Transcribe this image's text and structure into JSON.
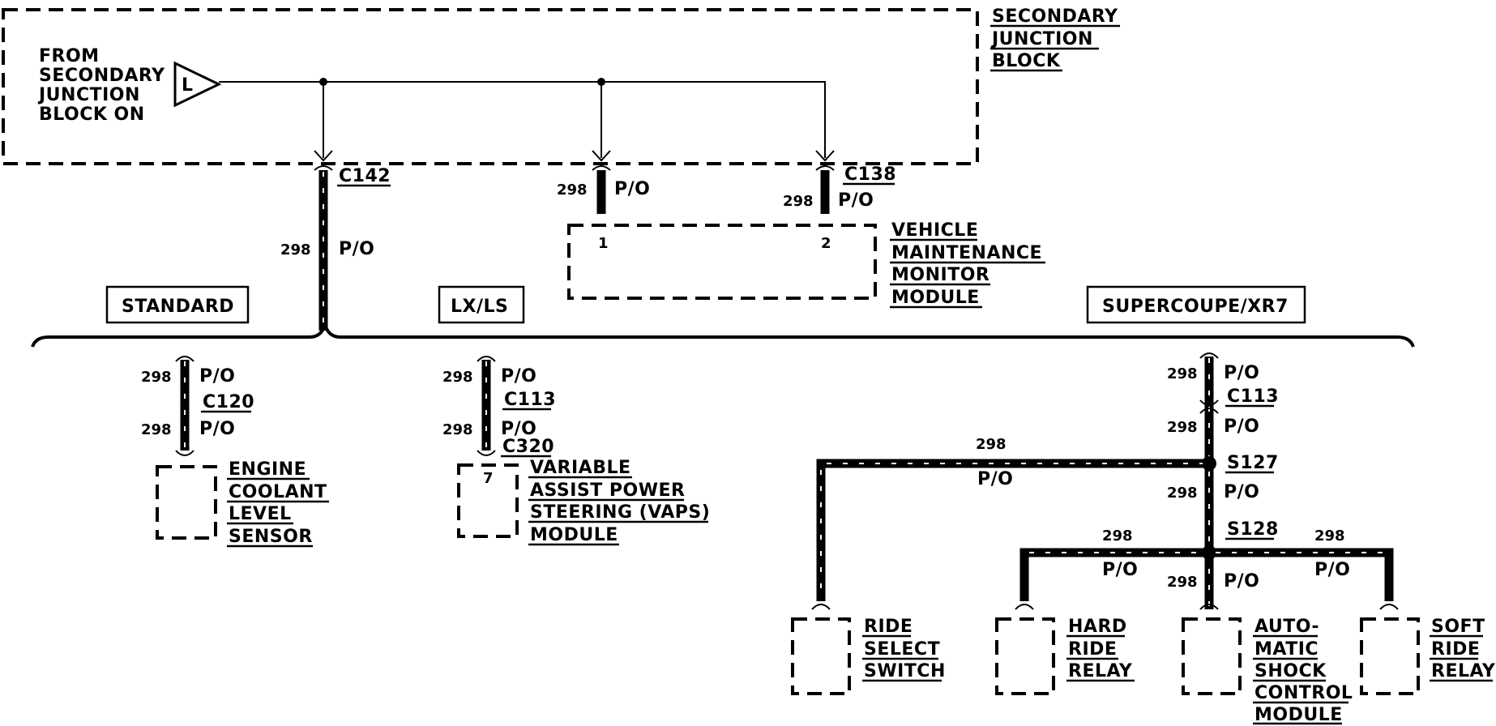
{
  "junction_block": {
    "title_lines": [
      "SECONDARY",
      "JUNCTION",
      "BLOCK"
    ],
    "source_lines": [
      "FROM",
      "SECONDARY",
      "JUNCTION",
      "BLOCK ON"
    ],
    "source_marker": "L"
  },
  "connectors": {
    "c142": "C142",
    "c138": "C138",
    "c120": "C120",
    "c113_lx": "C113",
    "c320": "C320",
    "c113_sc": "C113",
    "s127": "S127",
    "s128": "S128"
  },
  "wire": {
    "circuit": "298",
    "color": "P/O"
  },
  "pins": {
    "vmm_pin1": "1",
    "vmm_pin2": "2",
    "vaps_pin": "7"
  },
  "variants": {
    "standard": "STANDARD",
    "lxls": "LX/LS",
    "supercoupe": "SUPERCOUPE/XR7"
  },
  "components": {
    "vmm": [
      "VEHICLE",
      "MAINTENANCE",
      "MONITOR",
      "MODULE"
    ],
    "eng": [
      "ENGINE",
      "COOLANT",
      "LEVEL",
      "SENSOR"
    ],
    "vaps": [
      "VARIABLE",
      "ASSIST POWER",
      "STEERING (VAPS)",
      "MODULE"
    ],
    "ride_select": [
      "RIDE",
      "SELECT",
      "SWITCH"
    ],
    "hard_ride": [
      "HARD",
      "RIDE",
      "RELAY"
    ],
    "asc": [
      "AUTO-",
      "MATIC",
      "SHOCK",
      "CONTROL",
      "MODULE"
    ],
    "soft_ride": [
      "SOFT",
      "RIDE",
      "RELAY"
    ]
  }
}
